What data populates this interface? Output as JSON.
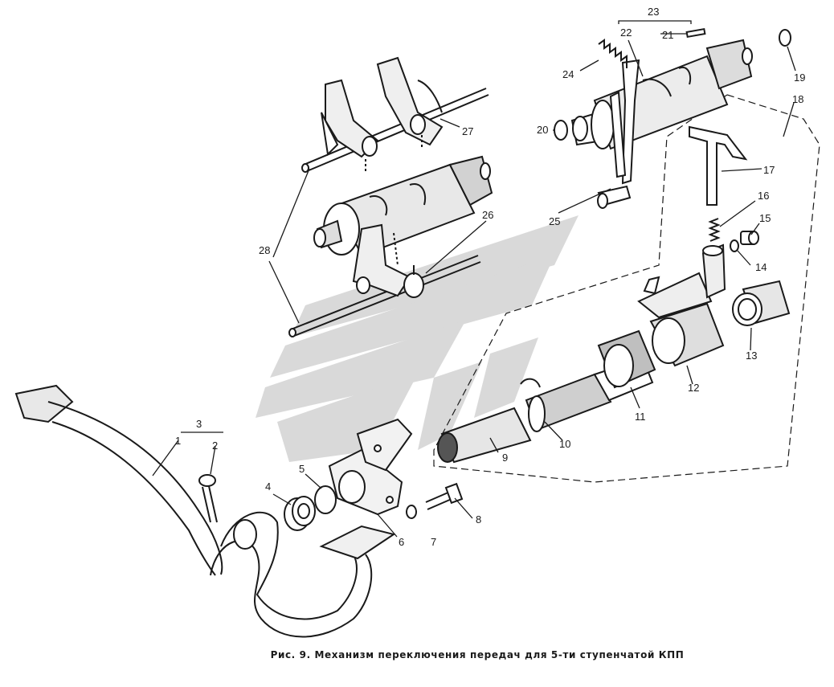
{
  "caption": "Рис. 9. Механизм переключения передач для 5-ти ступенчатой КПП",
  "colors": {
    "ink": "#1a1a1a",
    "watermark": "#d9d9d9",
    "paper": "#ffffff"
  },
  "parts": {
    "p1": "1",
    "p2": "2",
    "p3": "3",
    "p4": "4",
    "p5": "5",
    "p6": "6",
    "p7": "7",
    "p8": "8",
    "p9": "9",
    "p10": "10",
    "p11": "11",
    "p12": "12",
    "p13": "13",
    "p14": "14",
    "p15": "15",
    "p16": "16",
    "p17": "17",
    "p18": "18",
    "p19": "19",
    "p20": "20",
    "p21": "21",
    "p22": "22",
    "p23": "23",
    "p24": "24",
    "p25": "25",
    "p26": "26",
    "p27": "27",
    "p28": "28"
  }
}
